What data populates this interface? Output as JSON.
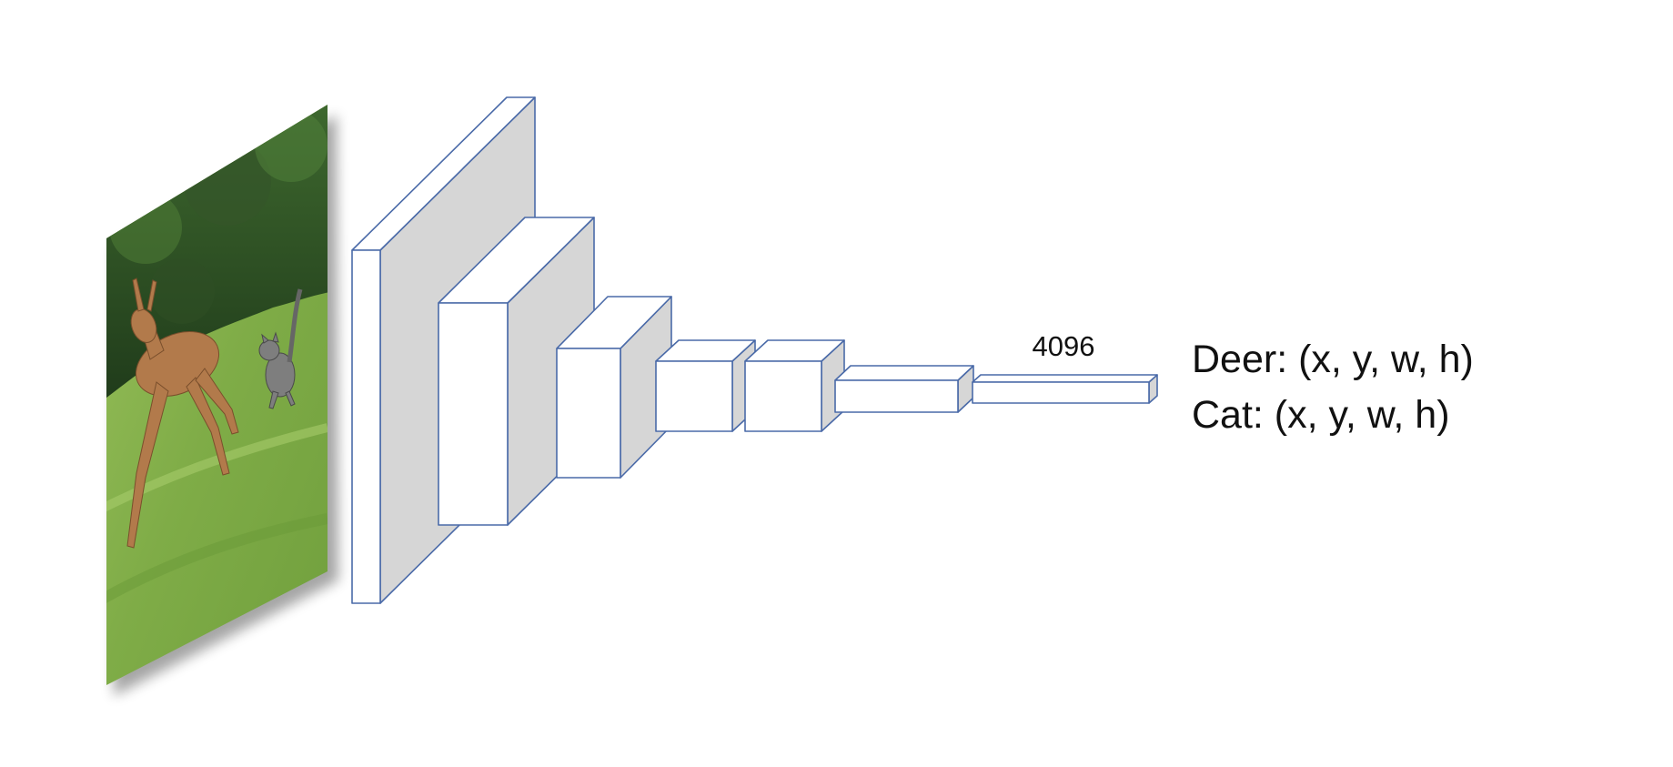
{
  "network": {
    "fc_size_label": "4096",
    "layer_count": 7
  },
  "outputs": [
    {
      "label": "Deer: (x, y, w, h)"
    },
    {
      "label": "Cat: (x, y, w, h)"
    }
  ],
  "input_image": {
    "subjects": [
      "deer-figure",
      "cat-figure"
    ]
  },
  "colors": {
    "layer_outline": "#4a6aa8",
    "layer_side": "#d6d6d6",
    "grass": "#86b24e",
    "trees": "#2c4a23",
    "deer": "#b0784a",
    "cat": "#7d7d7d"
  }
}
